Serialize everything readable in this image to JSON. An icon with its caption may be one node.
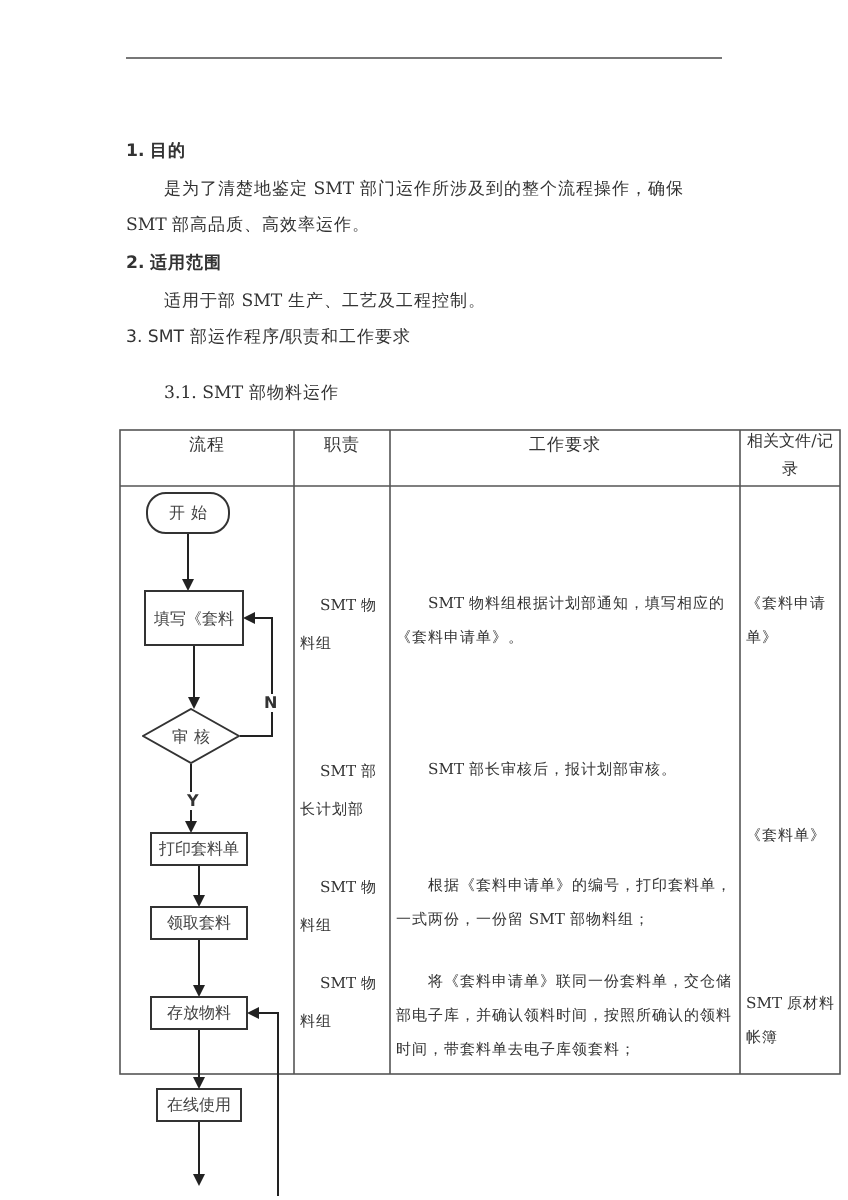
{
  "diagram": {
    "nodes": [
      {
        "text": [
          "开 始"
        ]
      },
      {
        "text": [
          "填写《套料"
        ]
      },
      {
        "text": [
          "审 核"
        ]
      },
      {
        "text": [
          "打印套料单"
        ]
      },
      {
        "text": [
          "领取套料"
        ]
      },
      {
        "text": [
          "存放物料"
        ]
      },
      {
        "text": [
          "在线使用"
        ]
      }
    ],
    "edges": [
      {
        "from": 0,
        "to": 1,
        "arrow": "to"
      },
      {
        "from": 1,
        "to": 2,
        "arrow": "to"
      },
      {
        "from": 2,
        "to": 1,
        "arrow": "to",
        "label": "N"
      },
      {
        "from": 2,
        "to": 3,
        "arrow": "to",
        "label": "Y"
      },
      {
        "from": 3,
        "to": 4,
        "arrow": "to"
      },
      {
        "from": 4,
        "to": 5,
        "arrow": "to"
      },
      {
        "from": 5,
        "to": 6,
        "arrow": "to"
      },
      {
        "from": 6,
        "to": null,
        "arrow": "to"
      },
      {
        "from": null,
        "to": 5,
        "arrow": "to"
      }
    ],
    "labels": [
      "1. 目的",
      "是为了清楚地鉴定 SMT 部门运作所涉及到的整个流程操作，确保 SMT 部高品质、高效率运作。",
      "2. 适用范围",
      "适用于部 SMT 生产、工艺及工程控制。",
      "3. SMT 部运作程序/职责和工作要求",
      "3.1. SMT 部物料运作",
      "流程",
      "职责",
      "工作要求",
      "相关文件/记录",
      "SMT 物料组",
      "SMT 物料组根据计划部通知，填写相应的《套料申请单》。",
      "《套料申请单》",
      "SMT 部长计划部",
      "SMT 部长审核后，报计划部审核。",
      "《套料单》",
      "SMT 物料组",
      "根据《套料申请单》的编号，打印套料单，一式两份，一份留 SMT 部物料组；",
      "SMT 物料组",
      "将《套料申请单》联同一份套料单，交仓储部电子库，并确认领料时间，按照所确认的领料时间，带套料单去电子库领套料；",
      "SMT 原材料帐簿"
    ]
  }
}
